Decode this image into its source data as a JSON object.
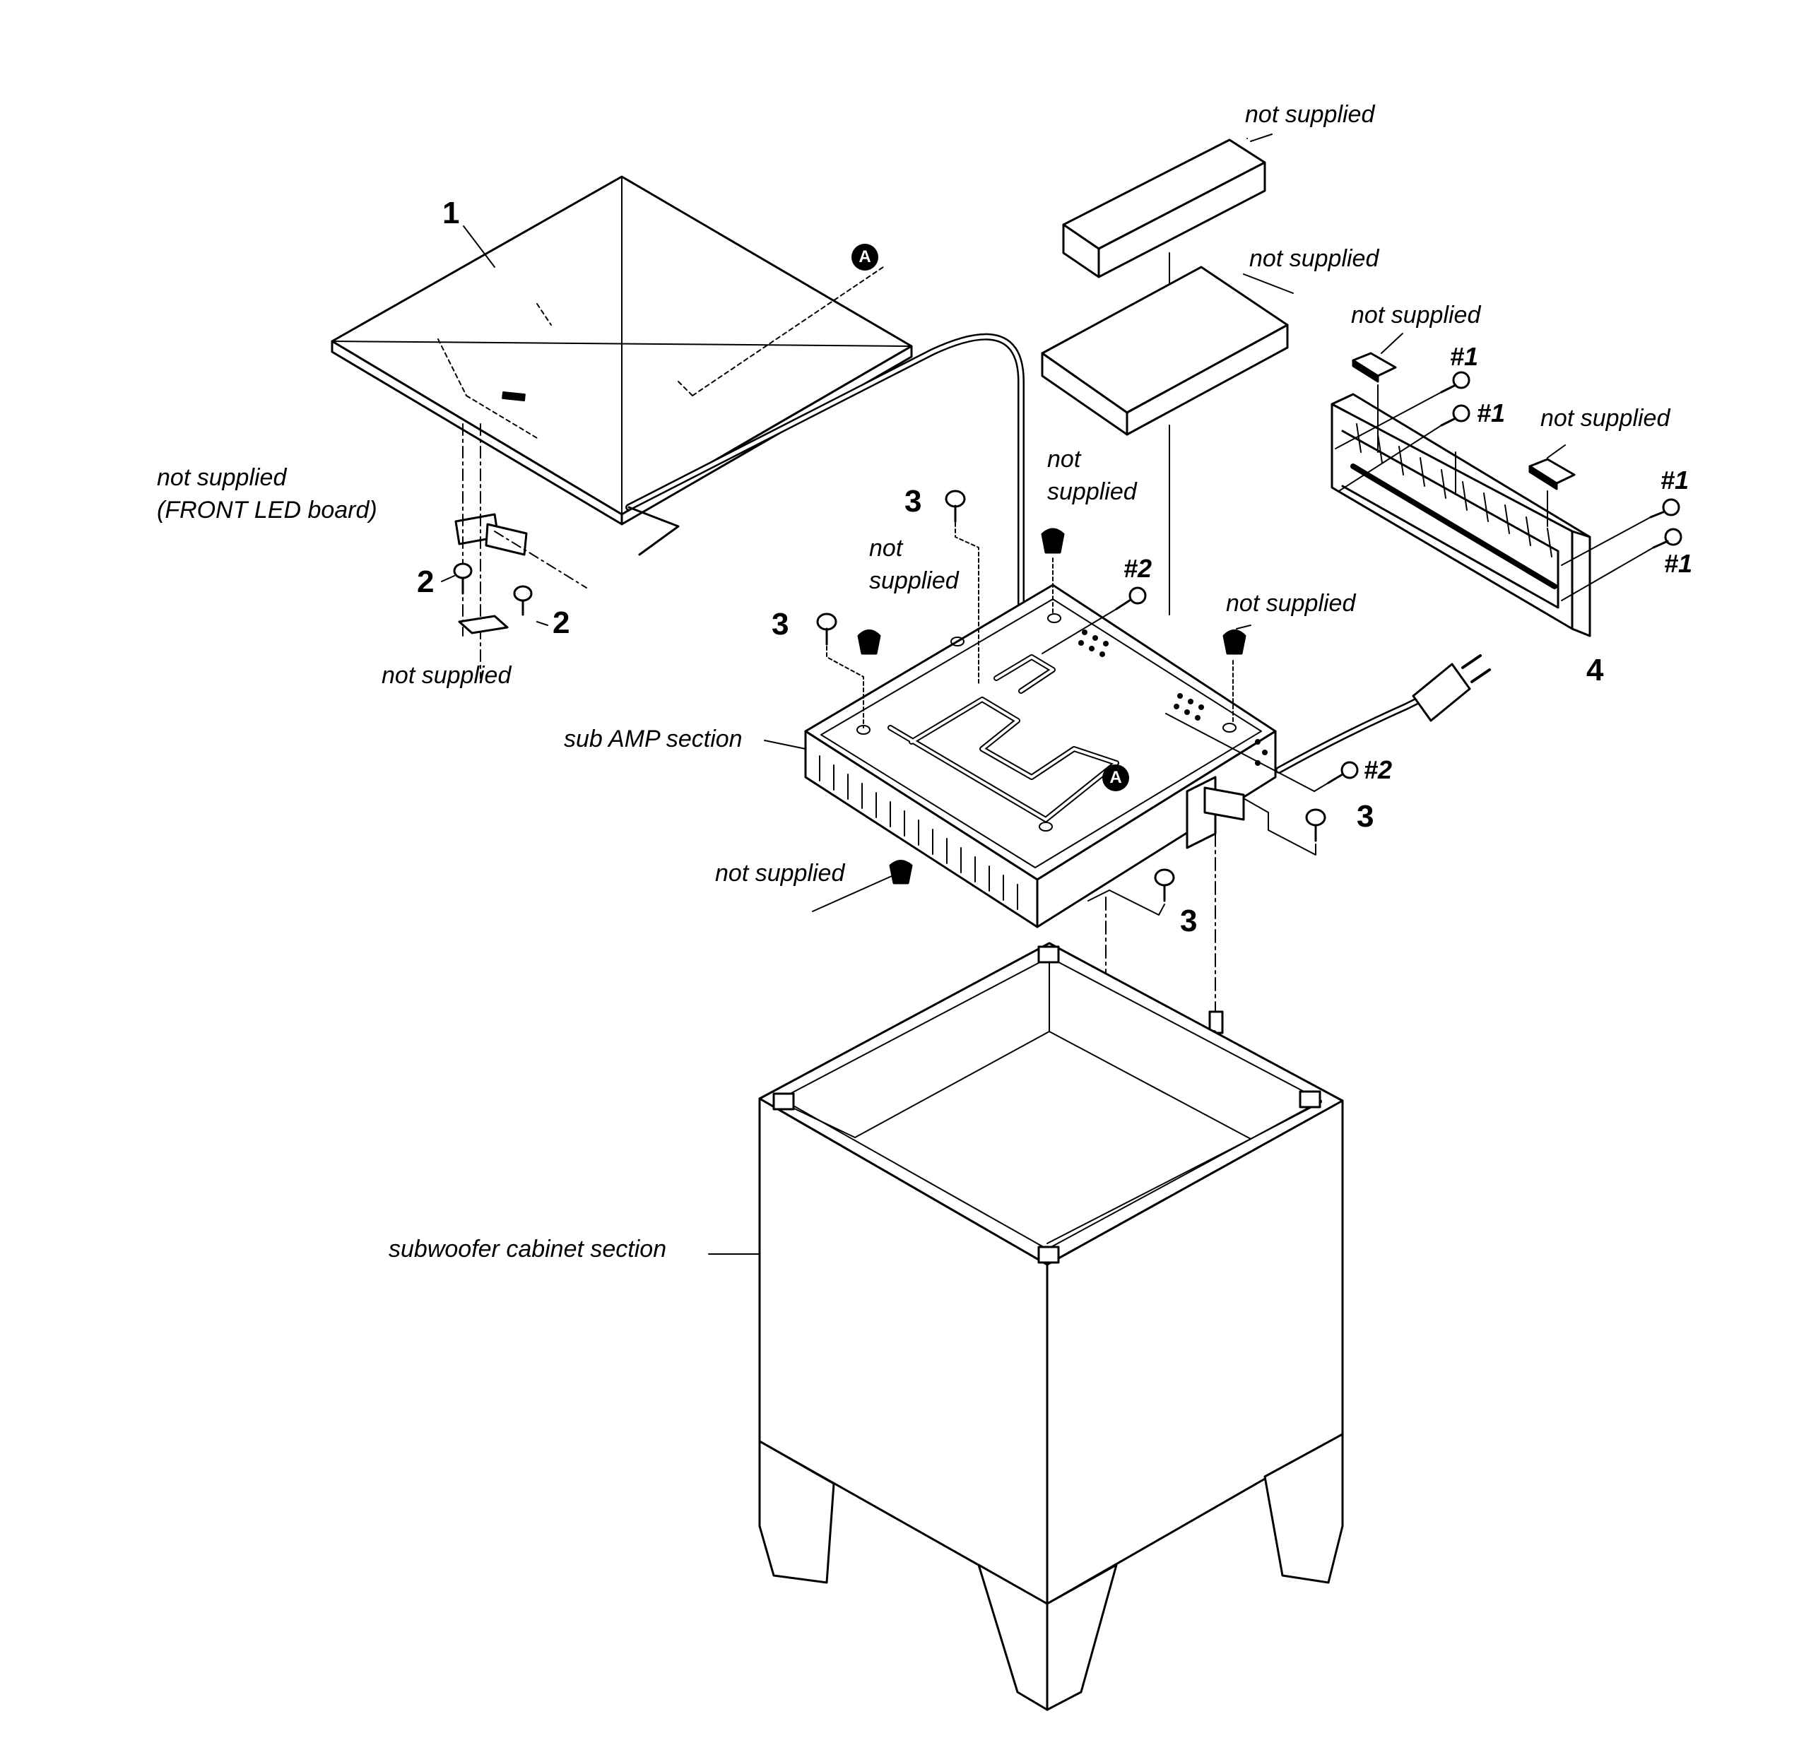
{
  "callouts": {
    "part_1": "1",
    "part_2": "2",
    "part_3": "3",
    "part_4": "4",
    "ref_1": "#1",
    "ref_2": "#2",
    "marker_a": "A"
  },
  "labels": {
    "not_supplied": "not supplied",
    "not": "not",
    "supplied": "supplied",
    "front_led_board": "(FRONT LED board)",
    "sub_amp_section": "sub AMP section",
    "subwoofer_cabinet_section": "subwoofer cabinet section"
  }
}
